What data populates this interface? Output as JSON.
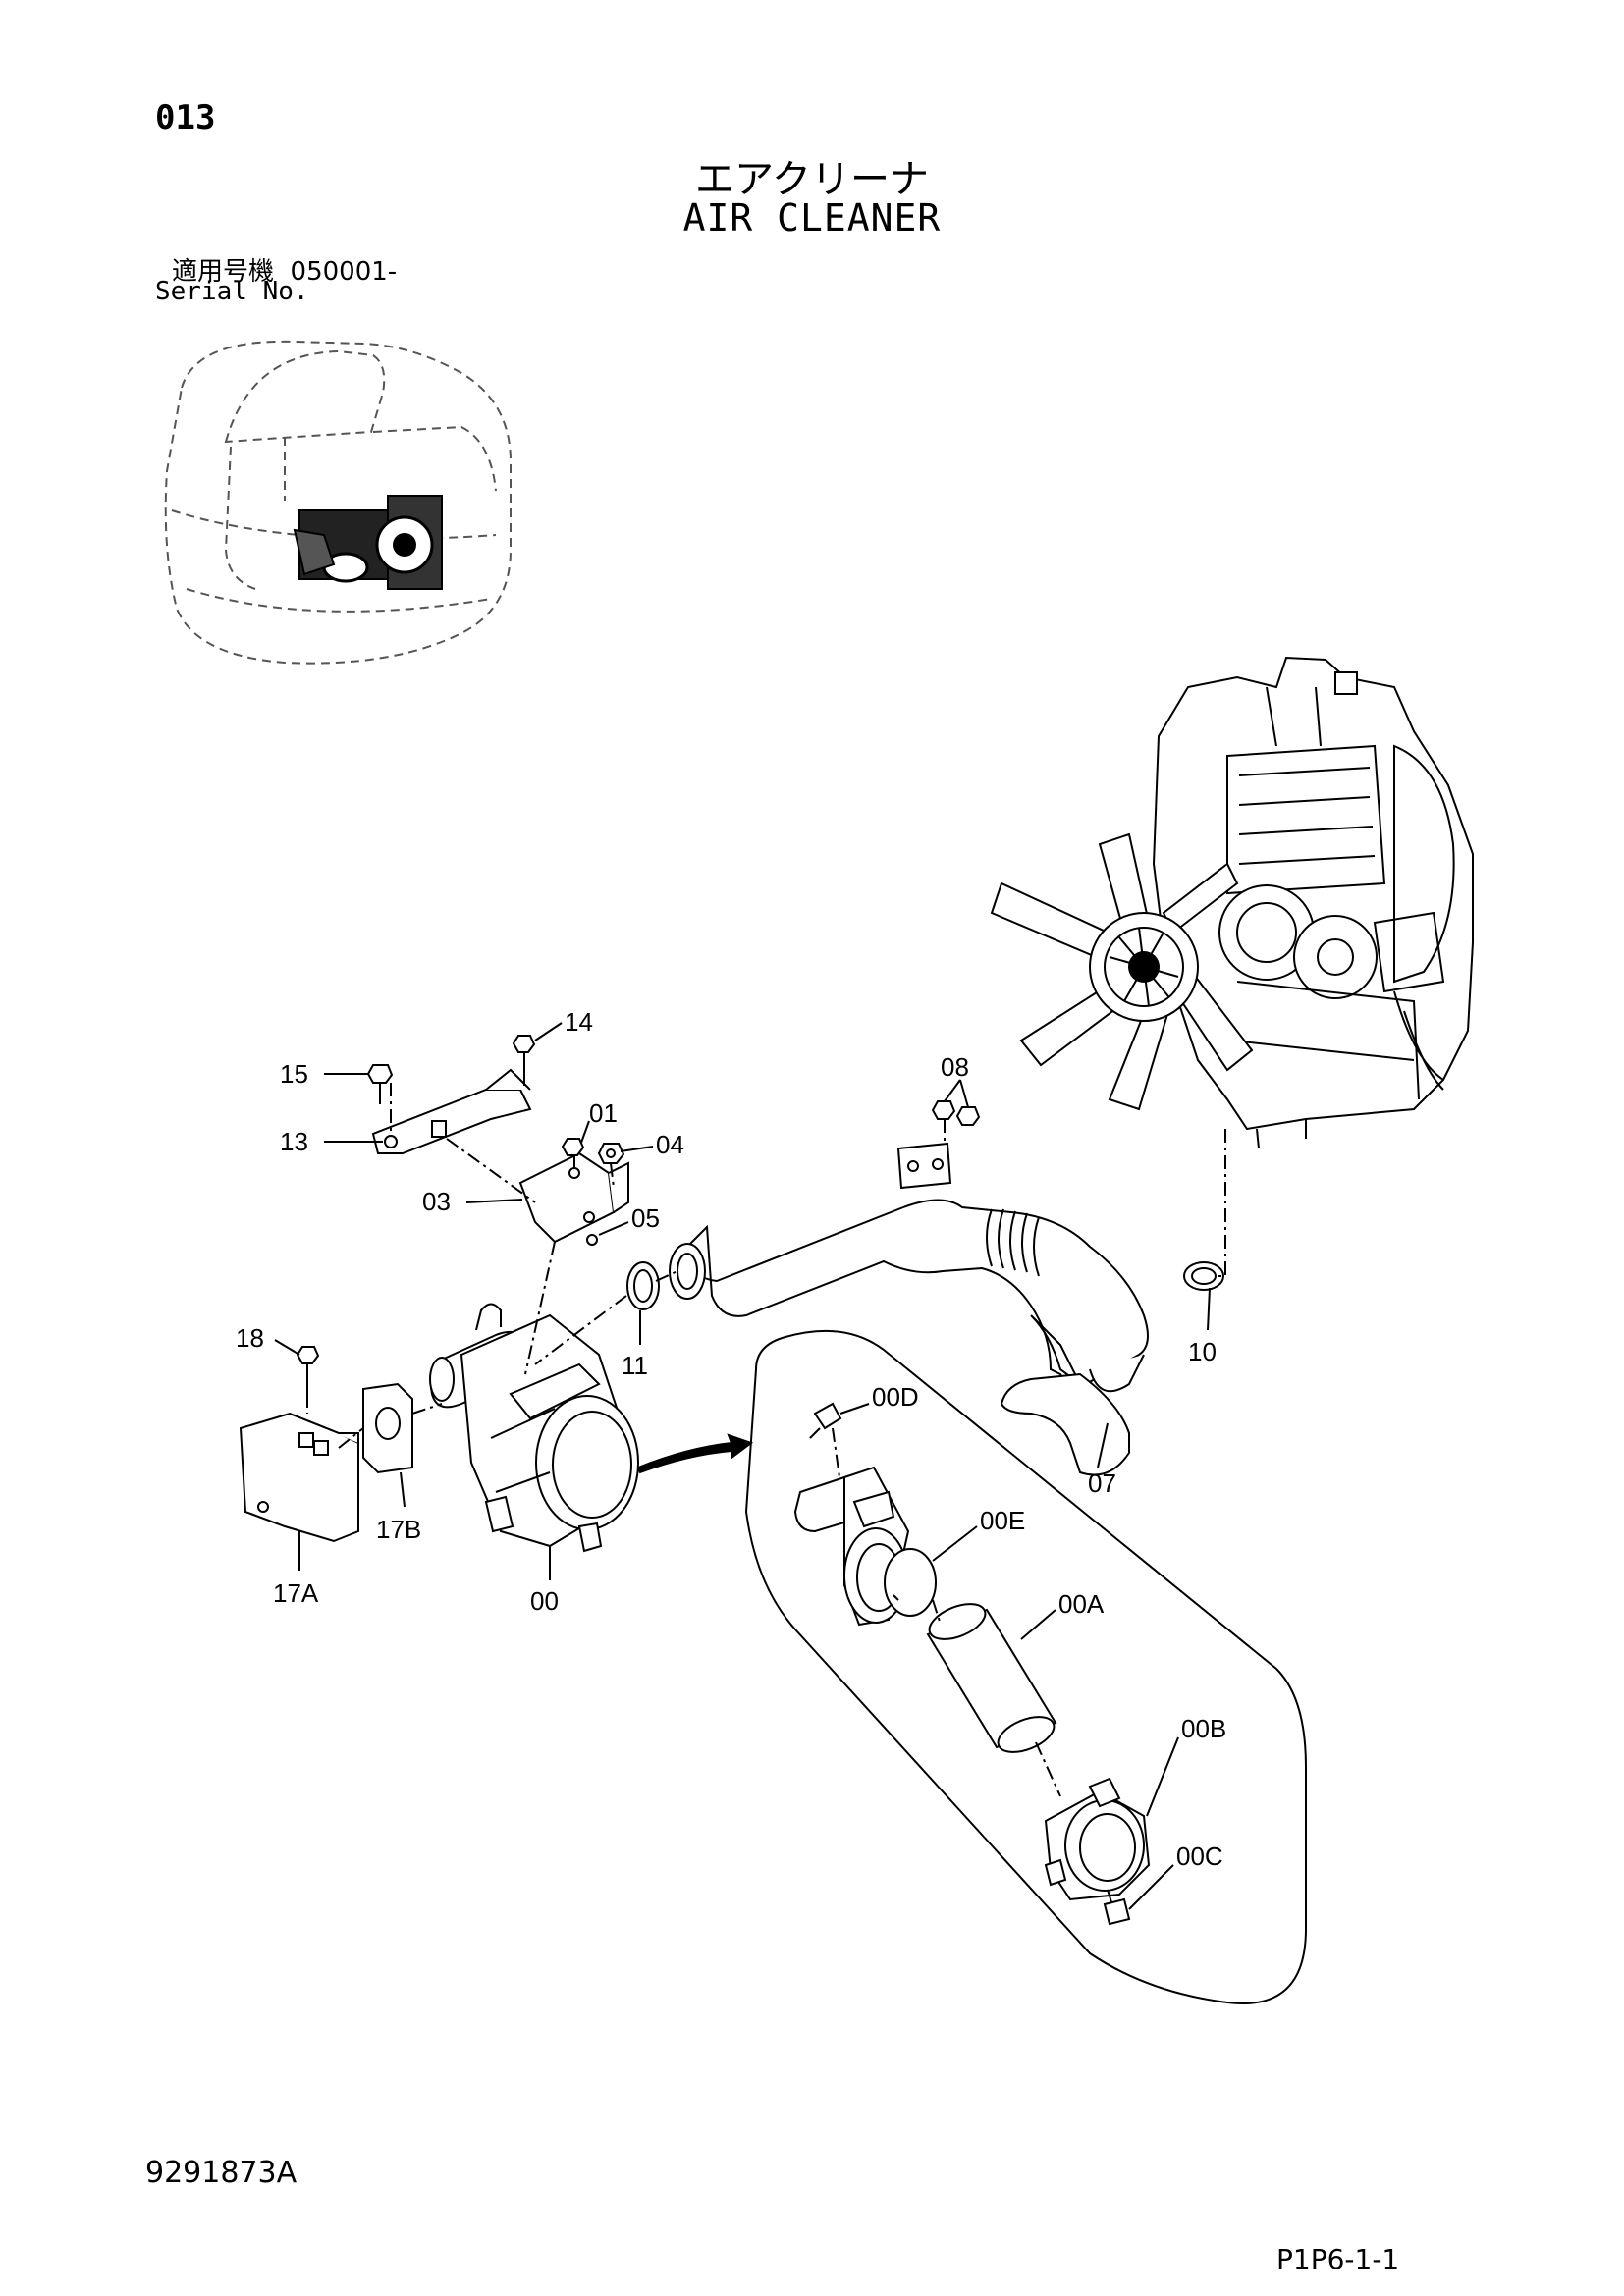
{
  "header": {
    "page_no": "013",
    "title_jp": "エアクリーナ",
    "title_en": "AIR CLEANER",
    "serial_label_jp": "適用号機",
    "serial_value": "050001-",
    "serial_label_en": "Serial No."
  },
  "callouts": {
    "c01": "01",
    "c03": "03",
    "c04": "04",
    "c05": "05",
    "c07": "07",
    "c08": "08",
    "c10": "10",
    "c11": "11",
    "c13": "13",
    "c14": "14",
    "c15": "15",
    "c17A": "17A",
    "c17B": "17B",
    "c18": "18",
    "c00": "00",
    "c00A": "00A",
    "c00B": "00B",
    "c00C": "00C",
    "c00D": "00D",
    "c00E": "00E"
  },
  "footer": {
    "doc_no": "9291873A",
    "page_code": "P1P6-1-1"
  }
}
